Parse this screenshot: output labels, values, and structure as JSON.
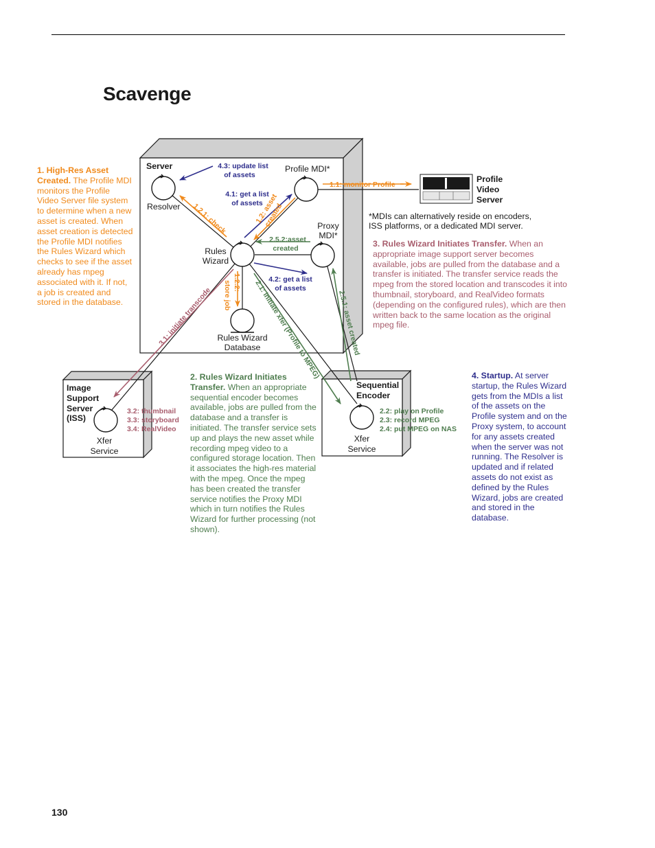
{
  "page": {
    "title": "Scavenge",
    "page_number": "130"
  },
  "colors": {
    "orange": "#f08a1c",
    "navy": "#2e2e8c",
    "green": "#4f7d4f",
    "mauve": "#a85d6d",
    "box_side": "#d0d0d0"
  },
  "diagram": {
    "server": {
      "title": "Server",
      "resolver": "Resolver",
      "profile_mdi": "Profile MDI*",
      "proxy_mdi_l1": "Proxy",
      "proxy_mdi_l2": "MDI*",
      "rules_wizard_l1": "Rules",
      "rules_wizard_l2": "Wizard",
      "database_l1": "Rules Wizard",
      "database_l2": "Database"
    },
    "profile_video_server": {
      "l1": "Profile",
      "l2": "Video",
      "l3": "Server"
    },
    "iss": {
      "l1": "Image",
      "l2": "Support",
      "l3": "Server",
      "l4": "(ISS)",
      "service_l1": "Xfer",
      "service_l2": "Service"
    },
    "encoder": {
      "l1": "Sequential",
      "l2": "Encoder",
      "service_l1": "Xfer",
      "service_l2": "Service"
    },
    "messages": {
      "m43_l1": "4.3: update list",
      "m43_l2": "of assets",
      "m41_l1": "4.1: get a list",
      "m41_l2": "of assets",
      "m11": "1.1: monitor Profile",
      "m12_l1": "1.2: asset",
      "m12_l2": "created",
      "m121": "1.2.1: check",
      "m252_l1": "2.5.2:asset",
      "m252_l2": "created",
      "m42_l1": "4.2: get a list",
      "m42_l2": "of assets",
      "m122_l1": "1.2.2:",
      "m122_l2": "store job",
      "m21": "2.1: initiate xfer (Profile to MPEG)",
      "m251": "2.5.1: asset created",
      "m31": "3.1: initiate transcode",
      "m32": "3.2: thumbnail",
      "m33": "3.3: storyboard",
      "m34": "3.4: RealVideo",
      "m22": "2.2: play on Profile",
      "m23": "2.3: record MPEG",
      "m24": "2.4: put MPEG on NAS"
    },
    "mdi_note": "*MDIs can alternatively reside on encoders, ISS platforms, or a dedicated MDI server."
  },
  "paragraphs": {
    "p1_heading": "1. High-Res Asset Created.",
    "p1_body": "The Profile MDI monitors the Profile Video Server file system to determine when a new asset is created. When asset creation is detected the Profile MDI notifies the Rules Wizard which checks to see if the asset already has mpeg associated with it. If not, a job is created and stored in the database.",
    "p2_heading": "2. Rules Wizard Initiates Transfer.",
    "p2_body": "When an appropriate sequential encoder becomes available, jobs are pulled from the database and a transfer is initiated. The transfer service sets up and plays the new asset while recording mpeg video to a configured storage location. Then it associates the high-res material with the mpeg. Once the mpeg has been created the transfer service notifies the Proxy MDI which in turn notifies the Rules Wizard for further processing (not shown).",
    "p3_heading": "3. Rules Wizard Initiates Transfer.",
    "p3_body": "When an appropriate image support server becomes available, jobs are pulled from the database and a transfer is initiated. The transfer service reads the mpeg from the stored location and transcodes it into thumbnail, storyboard, and RealVideo formats (depending on the configured rules), which are then written back to the same location as the original mpeg file.",
    "p4_heading": "4. Startup.",
    "p4_body": "At server startup, the Rules Wizard gets from the MDIs a list of the assets on the Profile system and on the Proxy system, to account for any assets created when the server was not running. The Resolver is updated and if related assets do not exist as defined by the Rules Wizard, jobs are created and stored in the database."
  }
}
